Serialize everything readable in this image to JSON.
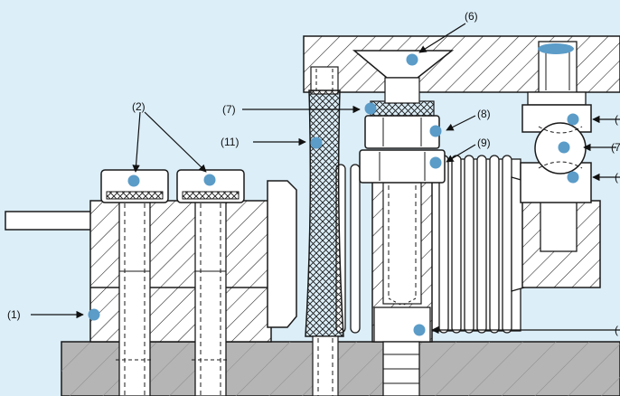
{
  "labels": {
    "l1": "(1)",
    "l2": "(2)",
    "l6": "(6)",
    "l7": "(7)",
    "l8": "(8)",
    "l9": "(9)",
    "l11": "(11)",
    "cut_right_a": "(",
    "cut_right_b": "(7",
    "cut_right_c": "(",
    "cut_right_d": "("
  },
  "colors": {
    "background": "#dceef8",
    "steel": "#ffffff",
    "outline": "#1a1a1a",
    "ground": "#b5b5b5",
    "marker": "#5b9cc8"
  }
}
